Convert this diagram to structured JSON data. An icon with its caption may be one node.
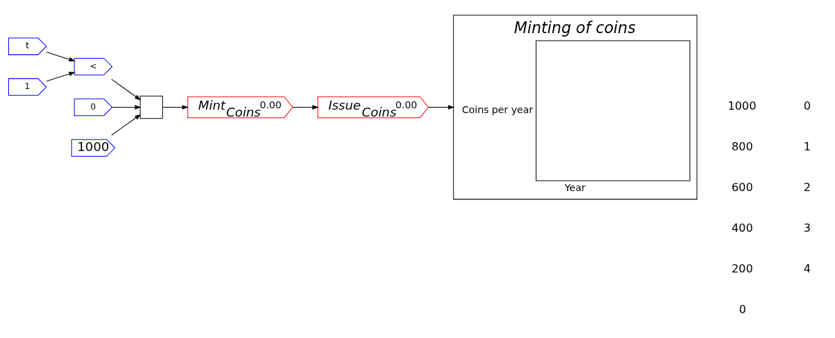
{
  "diagram": {
    "nodes": [
      {
        "text": [
          "t"
        ]
      },
      {
        "text": [
          "1"
        ]
      },
      {
        "text": [
          "<"
        ]
      },
      {
        "text": [
          "0"
        ]
      },
      {
        "text": [
          "1000"
        ]
      },
      {
        "text": [],
        "shape": "box"
      },
      {
        "text": [
          "Mint$_{Coins}$",
          "0.00"
        ]
      },
      {
        "text": [
          "Issue$_{Coins}$",
          "0.00"
        ]
      },
      {
        "text": [
          "Minting of coins",
          "Coins per year",
          "Year"
        ]
      }
    ],
    "edges": [
      {
        "from": 0,
        "to": 2,
        "arrow": "to"
      },
      {
        "from": 1,
        "to": 2,
        "arrow": "to"
      },
      {
        "from": 2,
        "to": 5,
        "arrow": "to"
      },
      {
        "from": 3,
        "to": 5,
        "arrow": "to"
      },
      {
        "from": 4,
        "to": 5,
        "arrow": "to"
      },
      {
        "from": 5,
        "to": 6,
        "arrow": "to"
      },
      {
        "from": 6,
        "to": 7,
        "arrow": "to"
      },
      {
        "from": 7,
        "to": 8,
        "arrow": "to"
      }
    ],
    "labels": [
      "1000",
      "800",
      "600",
      "400",
      "200",
      "0",
      "0",
      "1",
      "2",
      "3",
      "4"
    ]
  }
}
